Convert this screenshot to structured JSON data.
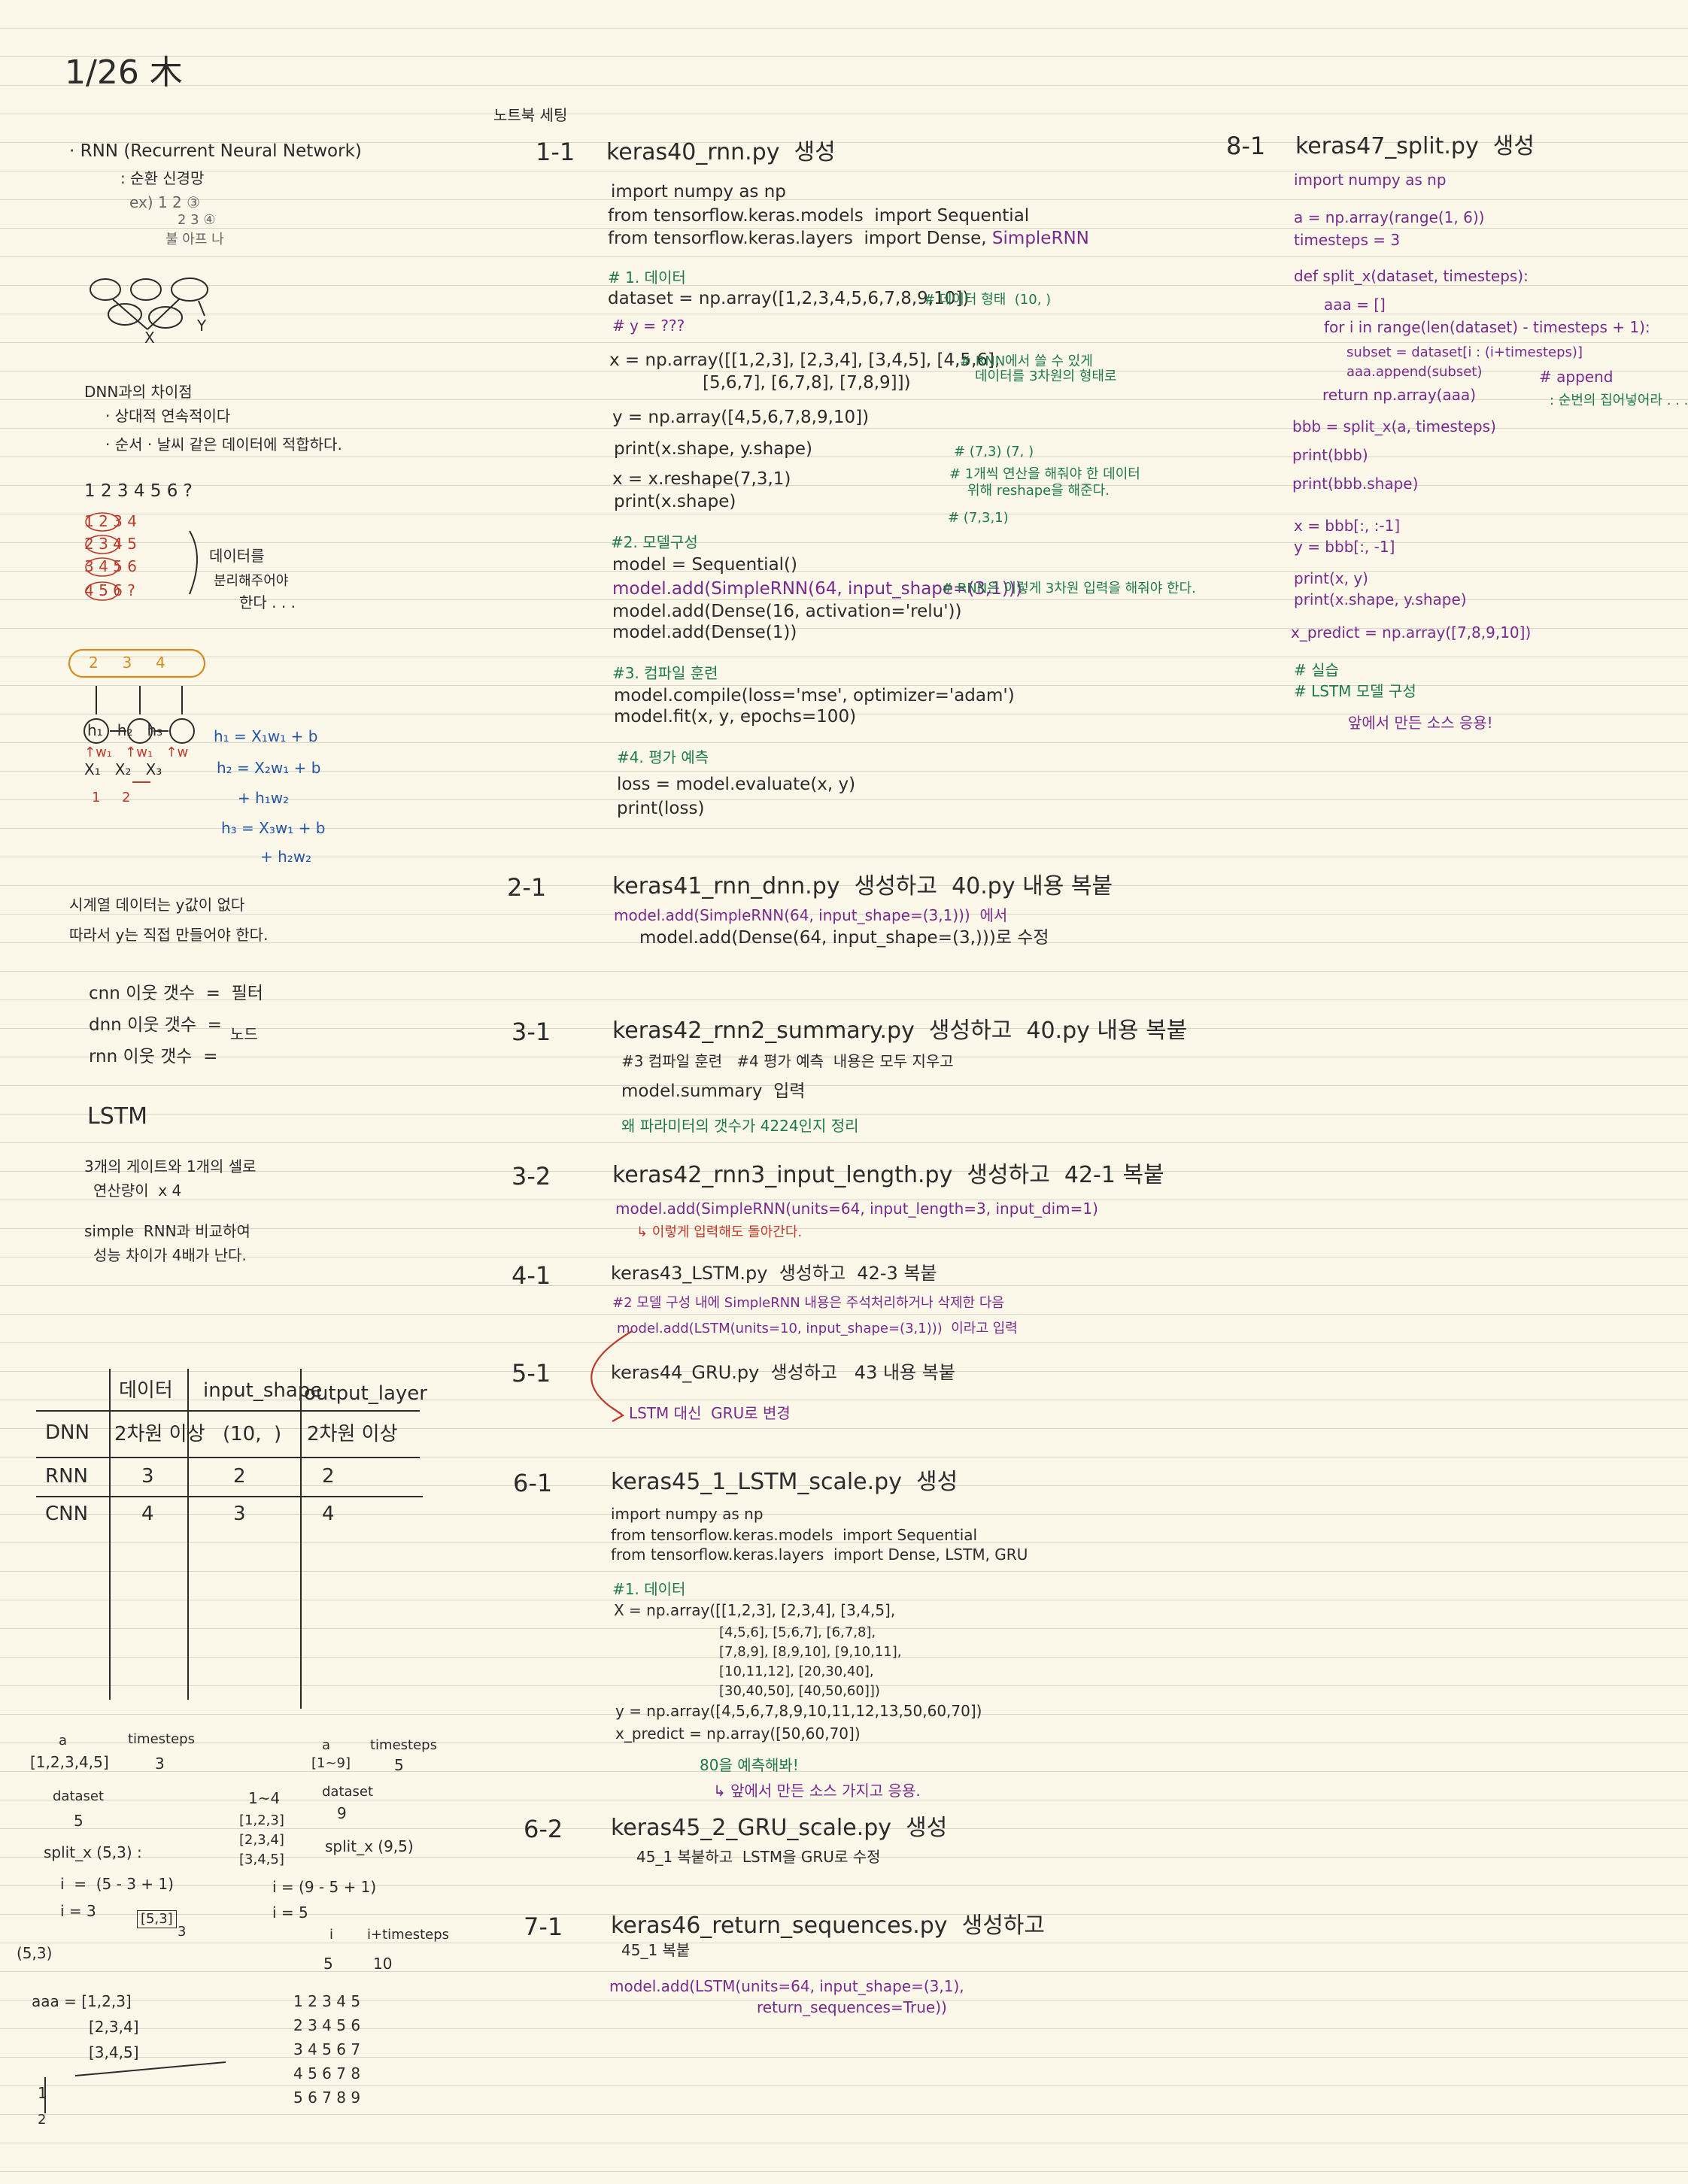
{
  "date": "1/26 木",
  "left": {
    "rnn_title": "· RNN (Recurrent Neural Network)",
    "rnn_sub1": ": 순환 신경망",
    "rnn_ex": "ex) 1 2 ③",
    "rnn_ex2": "2 3 ④",
    "rnn_ex3": "불 아프 나",
    "diagram_x": "X",
    "diagram_y": "Y",
    "dnn_diff": "DNN과의 차이점",
    "dnn_diff1": "· 상대적 연속적이다",
    "dnn_diff2": "· 순서 · 날씨 같은 데이터에 적합하다.",
    "seq": "1 2 3 4 5 6 ?",
    "seq_rows": [
      "1 2 3 4",
      "2 3 4 5",
      "3 4 5 6",
      "4 5 6 ?"
    ],
    "seq_note1": "데이터를",
    "seq_note2": "분리해주어야",
    "seq_note3": "한다 . . .",
    "oval_vals": "2     3     4",
    "h_labels": "h₁   h₂   h₃",
    "x_labels": "X₁   X₂   X₃",
    "w_labels": "↑w₁   ↑w₁   ↑w",
    "red_marks": "1     2",
    "eq1": "h₁ = X₁w₁ + b",
    "eq2": "h₂ = X₂w₁ + b",
    "eq3": "+ h₁w₂",
    "eq4": "h₃ = X₃w₁ + b",
    "eq5": "+ h₂w₂",
    "note_a1": "시계열 데이터는 y값이 없다",
    "note_a2": "따라서 y는 직접 만들어야 한다.",
    "cnn_row": "cnn 이웃 갯수  =  필터",
    "dnn_row": "dnn 이웃 갯수  =",
    "rnn_row": "rnn 이웃 갯수  =",
    "node": "노드",
    "lstm": "LSTM",
    "lstm1": "3개의 게이트와 1개의 셀로",
    "lstm2": "연산량이  x 4",
    "lstm3": "simple  RNN과 비교하여",
    "lstm4": "성능 차이가 4배가 난다.",
    "table": {
      "headers": [
        "데이터",
        "input_shape",
        "output_layer"
      ],
      "rows": [
        {
          "name": "DNN",
          "c1": "2차원 이상",
          "c2": "(10,  )",
          "c3": "2차원 이상"
        },
        {
          "name": "RNN",
          "c1": "3",
          "c2": "2",
          "c3": "2"
        },
        {
          "name": "CNN",
          "c1": "4",
          "c2": "3",
          "c3": "4"
        }
      ]
    },
    "bottom": {
      "a1": "a",
      "ts1": "timesteps",
      "arr1": "[1,2,3,4,5]",
      "ts1v": "3",
      "a2": "a",
      "ts2": "timesteps",
      "arr2": "[1~9]",
      "ts2v": "5",
      "ds1": "dataset",
      "ds1v": "5",
      "range": "1~4",
      "ds2": "dataset",
      "ds2v": "9",
      "lst1": "[1,2,3]",
      "lst2": "[2,3,4]",
      "lst3": "[3,4,5]",
      "split1": "split_x (5,3) :",
      "split2": "split_x (9,5)",
      "i1": "i  =  (5 - 3 + 1)",
      "i2": "i = (9 - 5 + 1)",
      "i3": "i = 3",
      "box": "[5,3]",
      "i4": "i = 5",
      "ih1": "i",
      "ih2": "i+timesteps",
      "iv1": "5",
      "iv2": "10",
      "shape53": "(5,3)",
      "aaa": "aaa = [1,2,3]",
      "aaa2": "[2,3,4]",
      "aaa3": "[3,4,5]",
      "seq1": "1 2 3 4 5",
      "seq2": "2 3 4 5 6",
      "seq3": "3 4 5 6 7",
      "seq4": "4 5 6 7 8",
      "seq5": "5 6 7 8 9",
      "one": "1",
      "two": "2",
      "mark": "3"
    }
  },
  "mid": {
    "homework": "노트북 세팅",
    "s11": "1-1",
    "s11_title": "keras40_rnn.py  생성",
    "s11_code1": "import numpy as np",
    "s11_code2": "from tensorflow.keras.models  import Sequential",
    "s11_code3a": "from tensorflow.keras.layers  import Dense, ",
    "s11_code3b": "SimpleRNN",
    "c_data": "# 1. 데이터",
    "dataset": "dataset = np.array([1,2,3,4,5,6,7,8,9,10])",
    "dataset_note": "# 데이터 형태  (10, )",
    "y_q": "# y = ???",
    "x_arr1": "x = np.array([[1,2,3], [2,3,4], [3,4,5], [4,5,6],",
    "x_arr2": "[5,6,7], [6,7,8], [7,8,9]])",
    "x_note1": "# RNN에서 쓸 수 있게",
    "x_note2": "데이터를 3차원의 형태로",
    "y_arr": "y = np.array([4,5,6,7,8,9,10])",
    "print1": "print(x.shape, y.shape)",
    "shape_note": "# (7,3) (7, )",
    "reshape": "x = x.reshape(7,3,1)",
    "print2": "print(x.shape)",
    "reshape_note1": "# 1개씩 연산을 해줘야 한 데이터",
    "reshape_note2": "위해 reshape을 해준다.",
    "reshape_note3": "# (7,3,1)",
    "c_model": "#2. 모델구성",
    "m1": "model = Sequential()",
    "m2": "model.add(SimpleRNN(64, input_shape=(3,1)))",
    "m2_note": "# RNN은 이렇게 3차원 입력을 해줘야 한다.",
    "m3": "model.add(Dense(16, activation='relu'))",
    "m4": "model.add(Dense(1))",
    "c_compile": "#3. 컴파일 훈련",
    "cp1": "model.compile(loss='mse', optimizer='adam')",
    "cp2": "model.fit(x, y, epochs=100)",
    "c_eval": "#4. 평가 예측",
    "ev1": "loss = model.evaluate(x, y)",
    "ev2": "print(loss)",
    "s21": "2-1",
    "s21_title": "keras41_rnn_dnn.py  생성하고  40.py 내용 복붙",
    "s21_l1": "model.add(SimpleRNN(64, input_shape=(3,1)))  에서",
    "s21_l2": "model.add(Dense(64, input_shape=(3,)))로 수정",
    "s31": "3-1",
    "s31_title": "keras42_rnn2_summary.py  생성하고  40.py 내용 복붙",
    "s31_l1": "#3 컴파일 훈련   #4 평가 예측  내용은 모두 지우고",
    "s31_l2": "model.summary  입력",
    "s31_l3": "왜 파라미터의 갯수가 4224인지 정리",
    "s32": "3-2",
    "s32_title": "keras42_rnn3_input_length.py  생성하고  42-1 복붙",
    "s32_l1": "model.add(SimpleRNN(units=64, input_length=3, input_dim=1)",
    "s32_l2": "↳ 이렇게 입력해도 돌아간다.",
    "s41": "4-1",
    "s41_title": "keras43_LSTM.py  생성하고  42-3 복붙",
    "s41_l1": "#2 모델 구성 내에 SimpleRNN 내용은 주석처리하거나 삭제한 다음",
    "s41_l2": "model.add(LSTM(units=10, input_shape=(3,1)))  이라고 입력",
    "s51": "5-1",
    "s51_title": "keras44_GRU.py  생성하고   43 내용 복붙",
    "s51_l1": "LSTM 대신  GRU로 변경",
    "s61": "6-1",
    "s61_title": "keras45_1_LSTM_scale.py  생성",
    "s61_c1": "import numpy as np",
    "s61_c2": "from tensorflow.keras.models  import Sequential",
    "s61_c3": "from tensorflow.keras.layers  import Dense, LSTM, GRU",
    "s61_data": "#1. 데이터",
    "s61_x1": "X = np.array([[1,2,3], [2,3,4], [3,4,5],",
    "s61_x2": "[4,5,6], [5,6,7], [6,7,8],",
    "s61_x3": "[7,8,9], [8,9,10], [9,10,11],",
    "s61_x4": "[10,11,12], [20,30,40],",
    "s61_x5": "[30,40,50], [40,50,60]])",
    "s61_y": "y = np.array([4,5,6,7,8,9,10,11,12,13,50,60,70])",
    "s61_pred": "x_predict = np.array([50,60,70])",
    "s61_n1": "80을 예측해봐!",
    "s61_n2": "↳ 앞에서 만든 소스 가지고 응용.",
    "s62": "6-2",
    "s62_title": "keras45_2_GRU_scale.py  생성",
    "s62_l1": "45_1 복붙하고  LSTM을 GRU로 수정",
    "s71": "7-1",
    "s71_title": "keras46_return_sequences.py  생성하고",
    "s71_l1": "45_1 복붙",
    "s71_l2": "model.add(LSTM(units=64, input_shape=(3,1),",
    "s71_l3": "return_sequences=True))"
  },
  "right": {
    "s81": "8-1",
    "s81_title": "keras47_split.py  생성",
    "r1": "import numpy as np",
    "r2": "a = np.array(range(1, 6))",
    "r3": "timesteps = 3",
    "r4": "def split_x(dataset, timesteps):",
    "r5": "aaa = []",
    "r6": "for i in range(len(dataset) - timesteps + 1):",
    "r7": "subset = dataset[i : (i+timesteps)]",
    "r8": "aaa.append(subset)",
    "r9": "return np.array(aaa)",
    "r_append": "# append",
    "r_append2": ": 순번의 집어넣어라 . . .",
    "r10": "bbb = split_x(a, timesteps)",
    "r11": "print(bbb)",
    "r12": "print(bbb.shape)",
    "r13": "x = bbb[:, :-1]",
    "r14": "y = bbb[:, -1]",
    "r15": "print(x, y)",
    "r16": "print(x.shape, y.shape)",
    "r17": "x_predict = np.array([7,8,9,10])",
    "r18": "# 실습",
    "r19": "# LSTM 모델 구성",
    "r20": "앞에서 만든 소스 응용!"
  }
}
